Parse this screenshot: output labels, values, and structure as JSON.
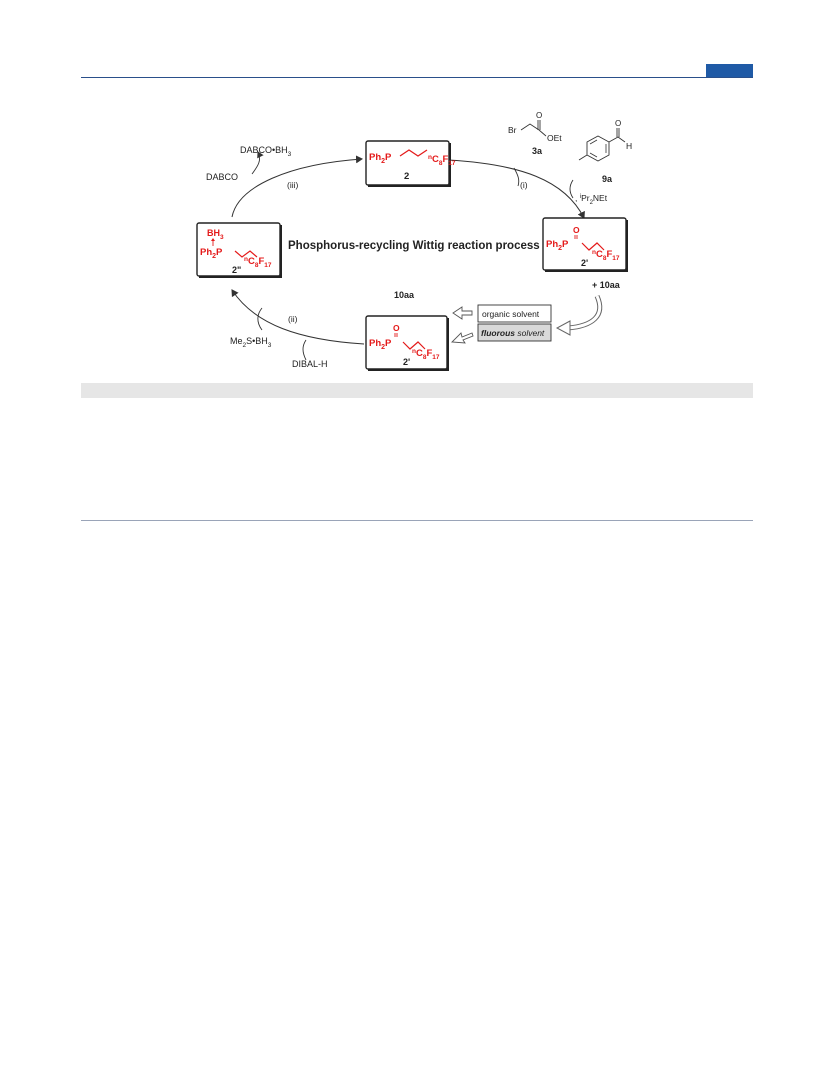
{
  "scheme": {
    "title": "Phosphorus-recycling Wittig reaction process",
    "steps": {
      "i": "(i)",
      "ii": "(ii)",
      "iii": "(iii)"
    },
    "reagents": {
      "dabco_bh3": "DABCO•BH",
      "dabco_bh3_sub": "3",
      "dabco": "DABCO",
      "base_prefix": ", ",
      "base_sup": "i",
      "base_pr": "Pr",
      "base_sub": "2",
      "base_rest": "NEt",
      "me2s_me": "Me",
      "me2s_sub": "2",
      "me2s_rest": "S•BH",
      "me2s_sub2": "3",
      "dibal": "DIBAL-H",
      "plus_10aa": "+ 10aa",
      "product_10aa": "10aa"
    },
    "compounds": {
      "c2": "2",
      "c2prime_right": "2'",
      "c2prime_bottom": "2'",
      "c2dbl": "2\"",
      "c3a": "3a",
      "c9a": "9a"
    },
    "atoms": {
      "ph": "Ph",
      "ph_sub": "2",
      "p": "P",
      "o": "O",
      "bh": "BH",
      "bh_sub": "3",
      "n": "n",
      "c": "C",
      "c_sub": "8",
      "f": "F",
      "f_sub": "17",
      "br": "Br",
      "oet": "OEt",
      "h": "H"
    },
    "solvents": {
      "organic": "organic solvent",
      "fluorous_bold": "fluorous",
      "fluorous_rest": " solvent"
    }
  }
}
